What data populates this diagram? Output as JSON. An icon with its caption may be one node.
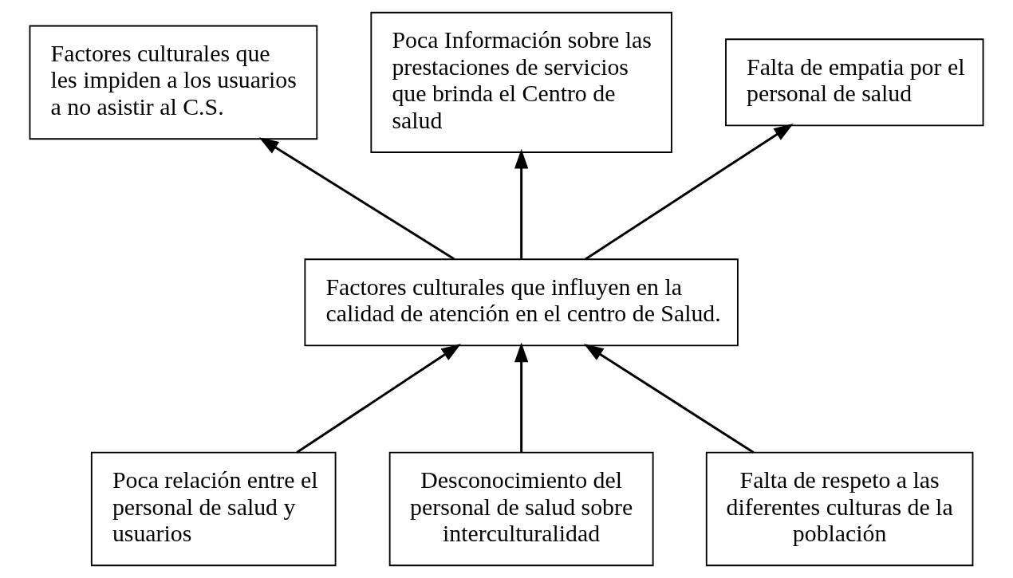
{
  "diagram": {
    "nodes": [
      {
        "text": [
          "Factores culturales que les impiden a los usuarios a no asistir al C.S."
        ]
      },
      {
        "text": [
          "Poca Información sobre las prestaciones de servicios que brinda el Centro de salud"
        ]
      },
      {
        "text": [
          "Falta de empatia por el personal de salud"
        ]
      },
      {
        "text": [
          "Factores culturales que influyen en la calidad de atención en el centro de Salud."
        ]
      },
      {
        "text": [
          "Poca relación entre el personal de salud y usuarios"
        ]
      },
      {
        "text": [
          "Desconocimiento del personal de salud sobre interculturalidad"
        ]
      },
      {
        "text": [
          "Falta de respeto a las diferentes culturas de la población"
        ]
      }
    ],
    "edges": [
      {
        "from": 3,
        "to": 0,
        "arrow": "to"
      },
      {
        "from": 3,
        "to": 1,
        "arrow": "to"
      },
      {
        "from": 3,
        "to": 2,
        "arrow": "to"
      },
      {
        "from": 4,
        "to": 3,
        "arrow": "to"
      },
      {
        "from": 5,
        "to": 3,
        "arrow": "to"
      },
      {
        "from": 6,
        "to": 3,
        "arrow": "to"
      }
    ]
  }
}
